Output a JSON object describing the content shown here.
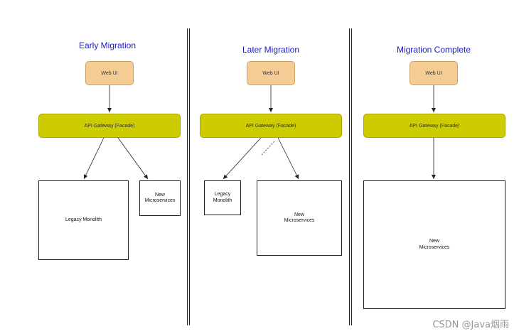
{
  "panels": [
    {
      "title": "Early Migration",
      "web_ui": "Web UI",
      "gateway": "API Gateway (Facade)",
      "legacy": "Legacy Monolith",
      "micro": "New\nMicroservices"
    },
    {
      "title": "Later Migration",
      "web_ui": "Web UI",
      "gateway": "API Gateway (Facade)",
      "legacy": "Legacy Monolith",
      "micro": "New\nMicroservices"
    },
    {
      "title": "Migration Complete",
      "web_ui": "Web UI",
      "gateway": "API Gateway (Facade)",
      "micro": "New\nMicroservices"
    }
  ],
  "watermark": "CSDN @Java烟雨",
  "colors": {
    "title": "#1a1acc",
    "web_ui_fill": "#f5cd94",
    "gateway_fill": "#cccc00"
  }
}
